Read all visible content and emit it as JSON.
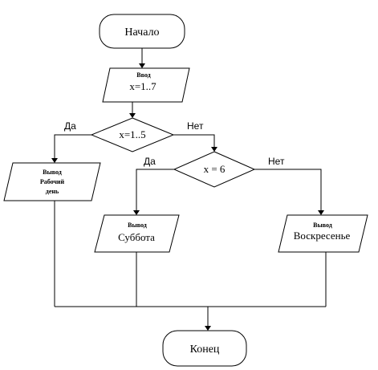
{
  "start": {
    "label": "Начало"
  },
  "input": {
    "title": "Ввод",
    "value": "x=1..7"
  },
  "decision1": {
    "condition": "x=1..5",
    "yes": "Да",
    "no": "Нет"
  },
  "output_workday": {
    "title": "Вывод",
    "line1": "Рабочий",
    "line2": "день"
  },
  "decision2": {
    "condition": "x = 6",
    "yes": "Да",
    "no": "Нет"
  },
  "output_saturday": {
    "title": "Вывод",
    "value": "Суббота"
  },
  "output_sunday": {
    "title": "Вывод",
    "value": "Воскресенье"
  },
  "end": {
    "label": "Конец"
  }
}
